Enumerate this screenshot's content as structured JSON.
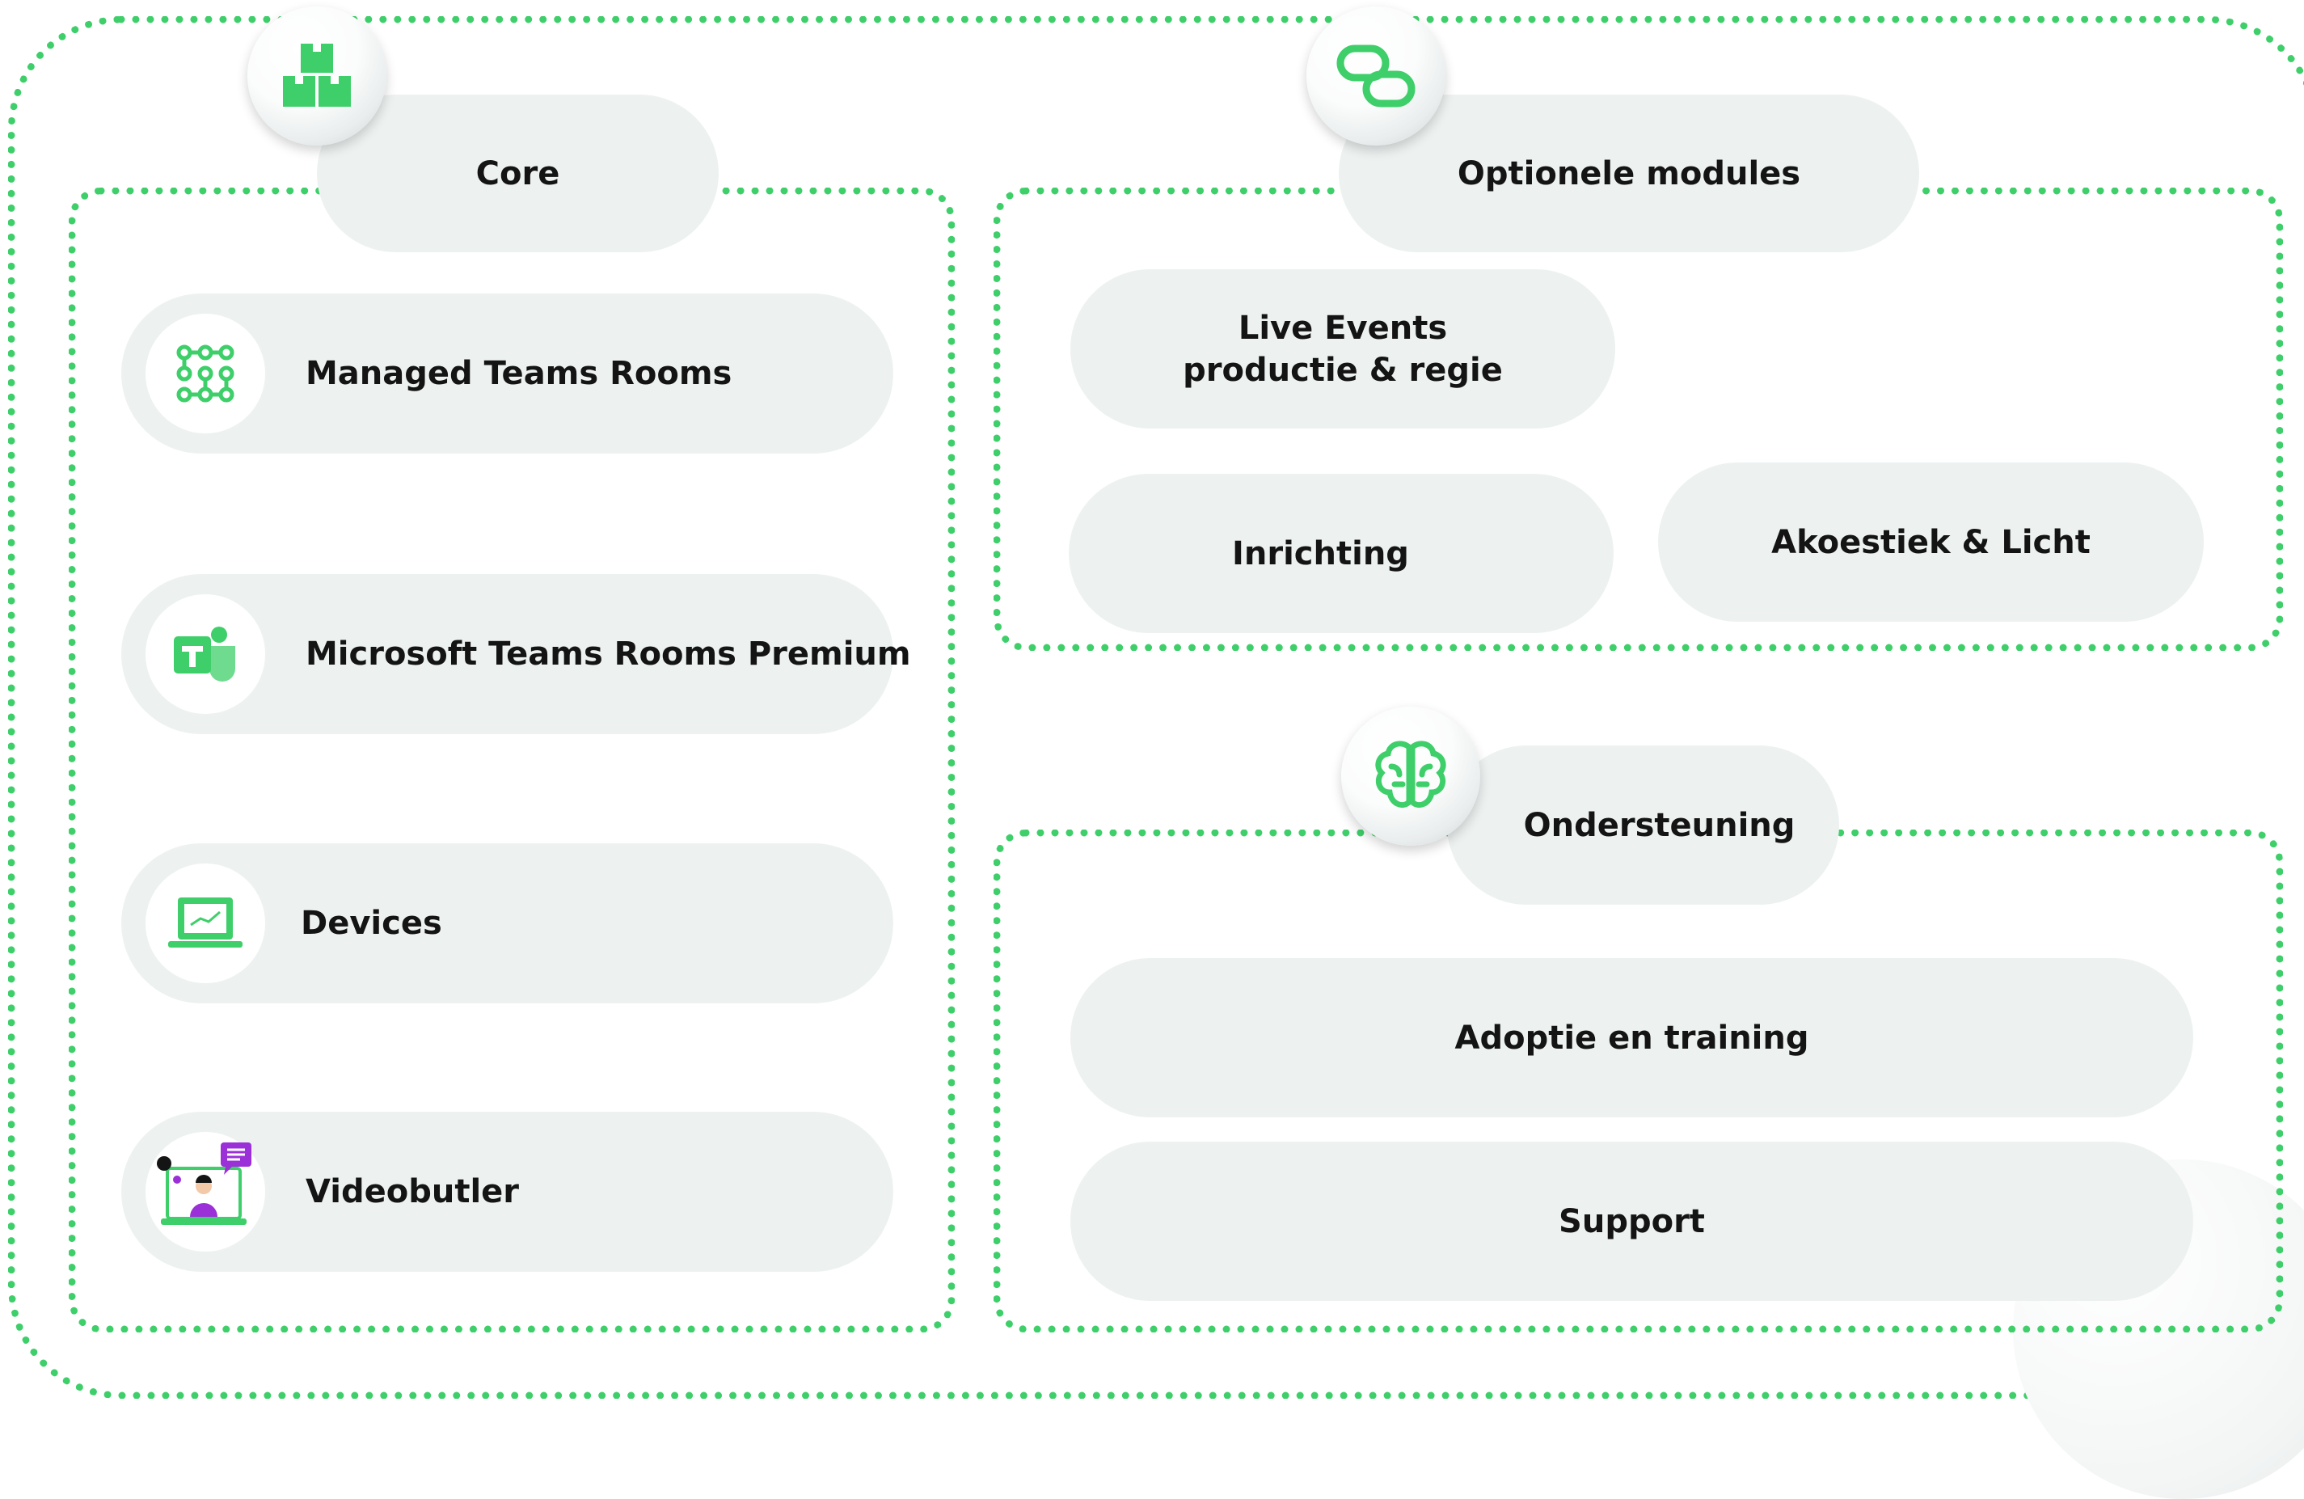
{
  "colors": {
    "accent": "#3fcf6a",
    "pill_bg": "#edf2f1",
    "text": "#141414",
    "purple": "#9b30d8"
  },
  "core": {
    "header_label": "Core",
    "header_icon": "boxes-icon",
    "items": [
      {
        "label": "Managed Teams Rooms",
        "icon": "grid-nodes-icon"
      },
      {
        "label": "Microsoft Teams Rooms Premium",
        "icon": "teams-icon"
      },
      {
        "label": "Devices",
        "icon": "laptop-icon"
      },
      {
        "label": "Videobutler",
        "icon": "videobutler-illustration"
      }
    ]
  },
  "optional": {
    "header_label": "Optionele modules",
    "header_icon": "link-icon",
    "items": [
      {
        "label": "Live Events\nproductie & regie"
      },
      {
        "label": "Inrichting"
      },
      {
        "label": "Akoestiek & Licht"
      }
    ]
  },
  "support": {
    "header_label": "Ondersteuning",
    "header_icon": "brain-icon",
    "items": [
      {
        "label": "Adoptie en training"
      },
      {
        "label": "Support"
      }
    ]
  }
}
